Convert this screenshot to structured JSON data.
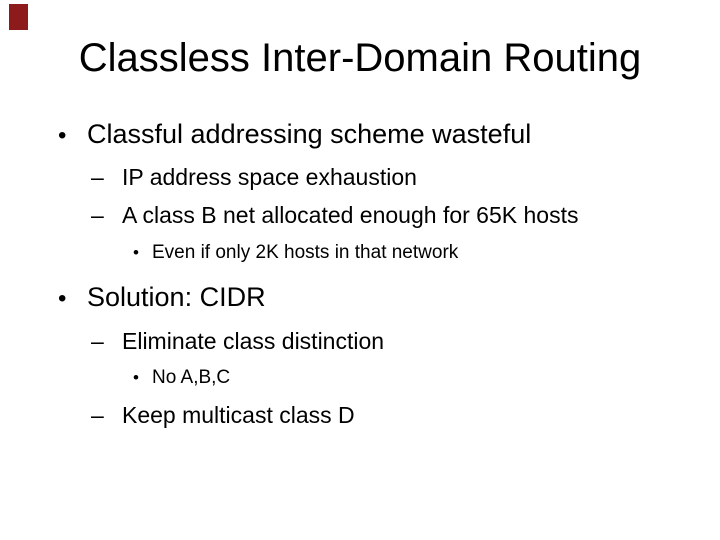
{
  "slide": {
    "title": "Classless Inter-Domain Routing",
    "accent_bar_color": "#8e1b1b",
    "text_color": "#000000",
    "background_color": "#ffffff",
    "bullets": [
      {
        "level": 1,
        "marker": "•",
        "text": "Classful addressing scheme wasteful"
      },
      {
        "level": 2,
        "marker": "–",
        "text": "IP address space exhaustion"
      },
      {
        "level": 2,
        "marker": "–",
        "text": "A class B net allocated enough for 65K hosts"
      },
      {
        "level": 3,
        "marker": "•",
        "text": "Even if only 2K hosts in that network"
      },
      {
        "level": 1,
        "marker": "•",
        "text": "Solution: CIDR"
      },
      {
        "level": 2,
        "marker": "–",
        "text": "Eliminate class distinction"
      },
      {
        "level": 3,
        "marker": "•",
        "text": "No A,B,C"
      },
      {
        "level": 2,
        "marker": "–",
        "text": "Keep multicast class D"
      }
    ]
  }
}
